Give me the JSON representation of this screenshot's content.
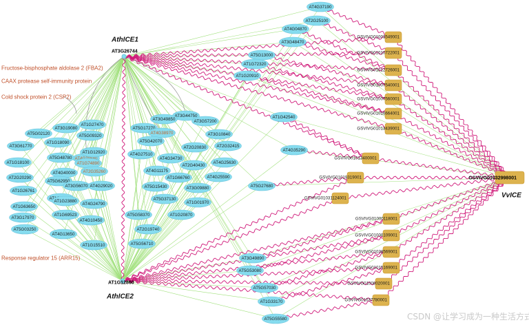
{
  "titles": {
    "athice1": "AthICE1",
    "athice2": "AthICE2",
    "vviice": "VvICE"
  },
  "hubs": {
    "ice1": "AT3G26744",
    "ice2": "AT1G12860",
    "vv": "GSVIVG01032998001"
  },
  "annotations": {
    "fba2": "Fructose-bisphosphate aldolase 2 (FBA2)",
    "caax": "CAAX protease self-immunity protein",
    "csp2": "Cold shock protein 2 (CSP2)",
    "arr15": "Response regulator 15 (ARR15)"
  },
  "watermark": "CSDN @让学习成为一种生活方式",
  "colors": {
    "node_fill": "#86dcef",
    "node_stroke": "#6cc4dc",
    "gsv_fill": "#ddb34e",
    "gsv_stroke": "#c9982f",
    "green_edge": "#9fe07a",
    "magenta_edge": "#d01a7a",
    "gray_edge": "#9a9a9a",
    "annot_text": "#c0502a",
    "highlight_text": "#c0622a"
  },
  "left_nodes": [
    "AT1G27470",
    "AT3G19080",
    "AT5G02120",
    "AT1G18090",
    "AT3G61770",
    "AT5G09320",
    "AT4G38680",
    "AT5G48780",
    "AT1G18100",
    "AT1G74890",
    "AT1G12920",
    "AT2G20290",
    "AT4G40000",
    "AT2G35260",
    "AT1G26761",
    "AT5G62950",
    "AT3G56070",
    "AT1G75690",
    "AT4G29020",
    "AT1G63650",
    "AT1G23880",
    "AT3G17970",
    "AT1G69523",
    "AT4G24790",
    "AT5G03250",
    "AT4G10450",
    "AT4G13650",
    "AT1G15510"
  ],
  "mid_nodes": [
    "AT3G44750",
    "AT3G49850",
    "AT3G57200",
    "AT5G17270",
    "AT4G38970",
    "AT3G10840",
    "AT5G42070",
    "AT2G20830",
    "AT2G32415",
    "AT4G27510",
    "AT4G34730",
    "AT2G40430",
    "AT4G25630",
    "AT4G11175",
    "AT1G66760",
    "AT4G25590",
    "AT5G15430",
    "AT3G09880",
    "AT5G37130",
    "AT1G01970",
    "AT5G58370",
    "AT1G20870",
    "AT2G19740",
    "AT5G56710"
  ],
  "right_nodes": [
    "AT4G37190",
    "AT2G25100",
    "AT4G04870",
    "AT3G48470",
    "AT5G13000",
    "AT1G72320",
    "AT1G20910",
    "AT1G42540",
    "AT4G35290",
    "AT5G27680",
    "AT3G49890",
    "AT5G53080",
    "AT5G57030",
    "AT1G33170",
    "AT5G55580"
  ],
  "gsv_nodes": [
    "GSVIVG01003549001",
    "GSVIVG01010722001",
    "GSVIVG01012726001",
    "GSVIVG01007540001",
    "GSVIVG01007560001",
    "GSVIVG01016664001",
    "GSVIVG01013439001",
    "GSVIVG01013400001",
    "GSVIVG01019319001",
    "GSVIVG01031124001",
    "GSVIVG01000118001",
    "GSVIVG01000109001",
    "GSVIVG01038569001",
    "GSVIVG01015169001",
    "GSVIVG01008020001",
    "GSVIVG01037780001"
  ]
}
